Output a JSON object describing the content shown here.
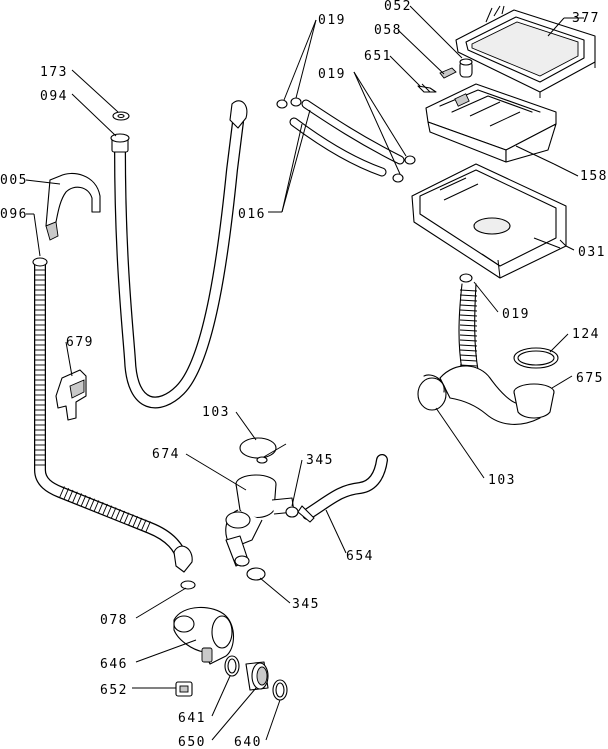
{
  "labels": {
    "l019a": "019",
    "l052": "052",
    "l377": "377",
    "l058": "058",
    "l651": "651",
    "l019b": "019",
    "l173": "173",
    "l094": "094",
    "l158": "158",
    "l005": "005",
    "l016": "016",
    "l096": "096",
    "l031": "031",
    "l019c": "019",
    "l679": "679",
    "l124": "124",
    "l675": "675",
    "l103a": "103",
    "l674": "674",
    "l345a": "345",
    "l103b": "103",
    "l654": "654",
    "l345b": "345",
    "l078": "078",
    "l646": "646",
    "l652": "652",
    "l641": "641",
    "l650": "650",
    "l640": "640"
  },
  "colors": {
    "line": "#000000",
    "background": "#ffffff",
    "shade": "#c9c9c9"
  }
}
